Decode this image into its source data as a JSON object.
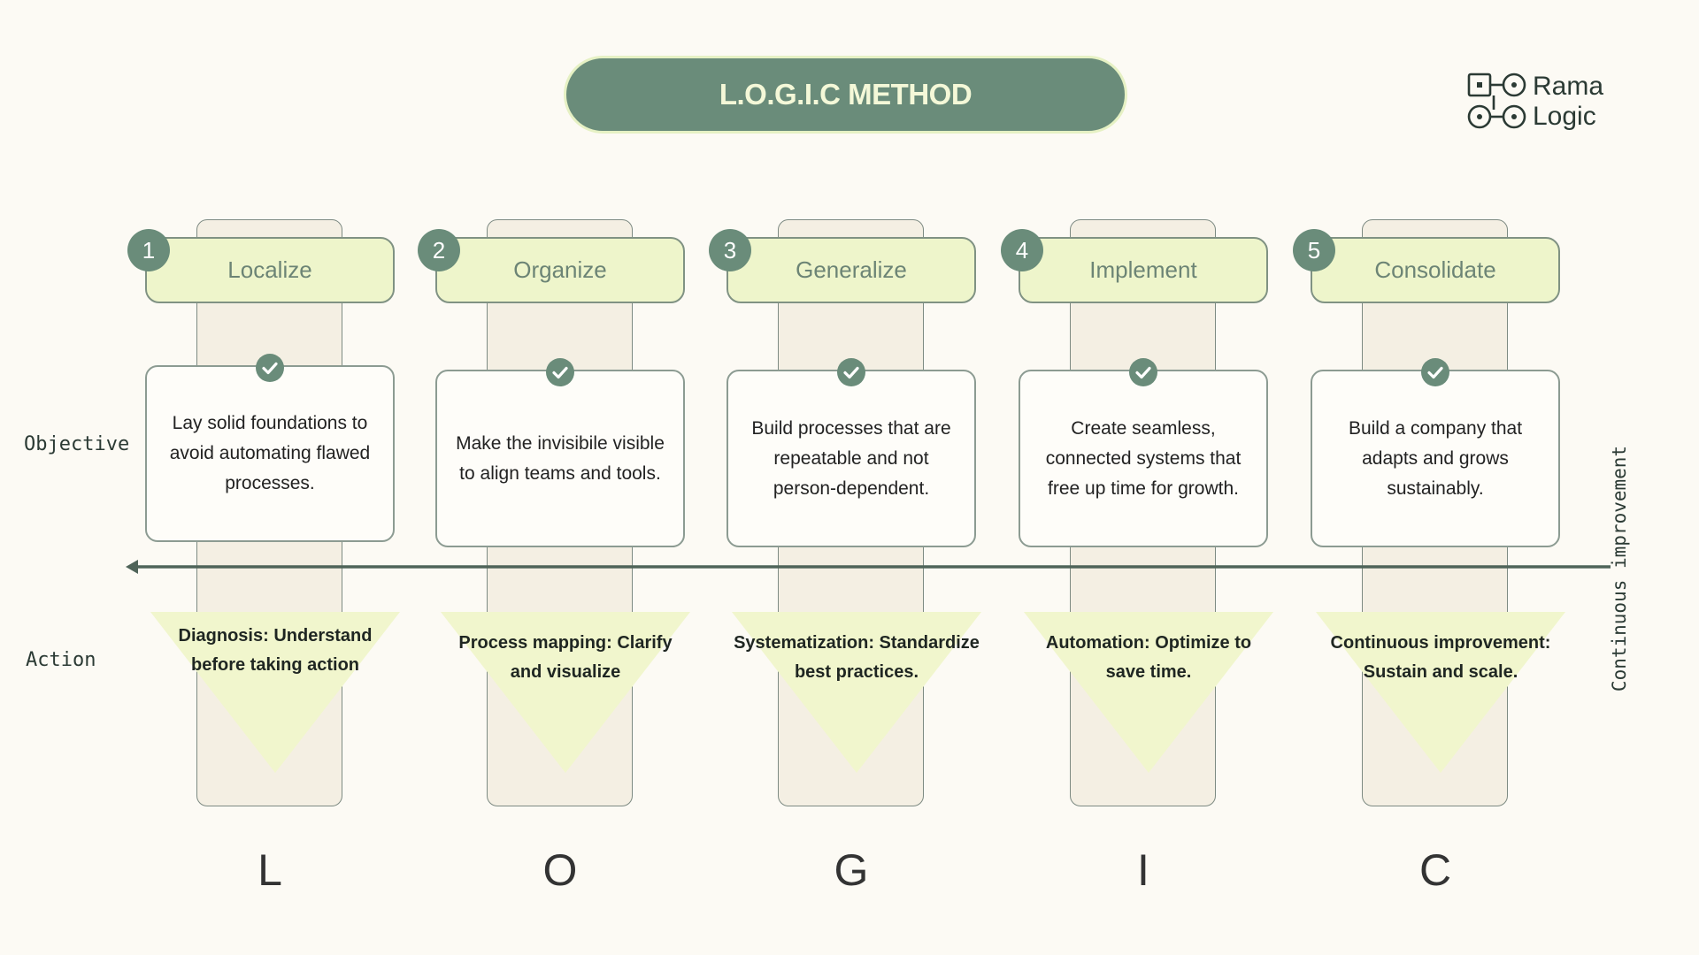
{
  "title": "L.O.G.I.C METHOD",
  "brand": {
    "line1": "Rama",
    "line2": "Logic",
    "icon": "node-network-logo"
  },
  "row_labels": {
    "objective": "Objective",
    "action": "Action"
  },
  "side_label": "Continuous improvement",
  "colors": {
    "accent": "#6a8c7a",
    "pill_fill": "#eef5cb",
    "column_fill": "#f4efe3",
    "triangle_fill": "#f1f6cd",
    "background": "#fcfaf4"
  },
  "steps": [
    {
      "number": "1",
      "name": "Localize",
      "objective": "Lay solid foundations to avoid automating flawed processes.",
      "action": "Diagnosis: Understand before taking action",
      "letter": "L"
    },
    {
      "number": "2",
      "name": "Organize",
      "objective": "Make the invisibile visible to align teams and tools.",
      "action": "Process mapping: Clarify and visualize",
      "letter": "O"
    },
    {
      "number": "3",
      "name": "Generalize",
      "objective": "Build processes that are repeatable and not person-dependent.",
      "action": "Systematization: Standardize best practices.",
      "letter": "G"
    },
    {
      "number": "4",
      "name": "Implement",
      "objective": "Create seamless, connected systems that free up time for growth.",
      "action": "Automation: Optimize to save time.",
      "letter": "I"
    },
    {
      "number": "5",
      "name": "Consolidate",
      "objective": "Build a company that adapts and grows sustainably.",
      "action": "Continuous improvement: Sustain and scale.",
      "letter": "C"
    }
  ]
}
